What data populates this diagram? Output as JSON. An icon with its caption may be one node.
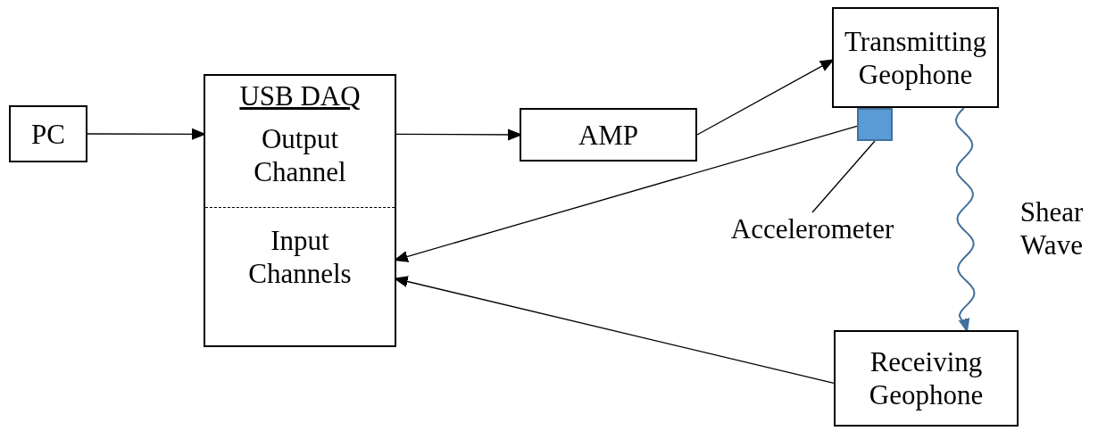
{
  "diagram": {
    "nodes": [
      {
        "text": [
          "PC"
        ]
      },
      {
        "text": [
          "USB DAQ",
          "Output Channel",
          "Input Channels"
        ]
      },
      {
        "text": [
          "AMP"
        ]
      },
      {
        "text": [
          "Transmitting Geophone"
        ]
      },
      {
        "text": [],
        "shape": "box"
      },
      {
        "text": [
          "Accelerometer"
        ]
      },
      {
        "text": [
          "Receiving Geophone"
        ]
      }
    ],
    "edges": [
      {
        "from": 0,
        "to": 1,
        "arrow": "to"
      },
      {
        "from": 1,
        "to": 2,
        "arrow": "to"
      },
      {
        "from": 2,
        "to": 3,
        "arrow": "to"
      },
      {
        "from": 4,
        "to": 1,
        "arrow": "to"
      },
      {
        "from": 5,
        "to": 4,
        "arrow": "none"
      },
      {
        "from": 6,
        "to": 1,
        "arrow": "to"
      },
      {
        "from": 3,
        "to": 6,
        "arrow": "to",
        "label": "Shear Wave",
        "color": "#41719c"
      }
    ]
  }
}
